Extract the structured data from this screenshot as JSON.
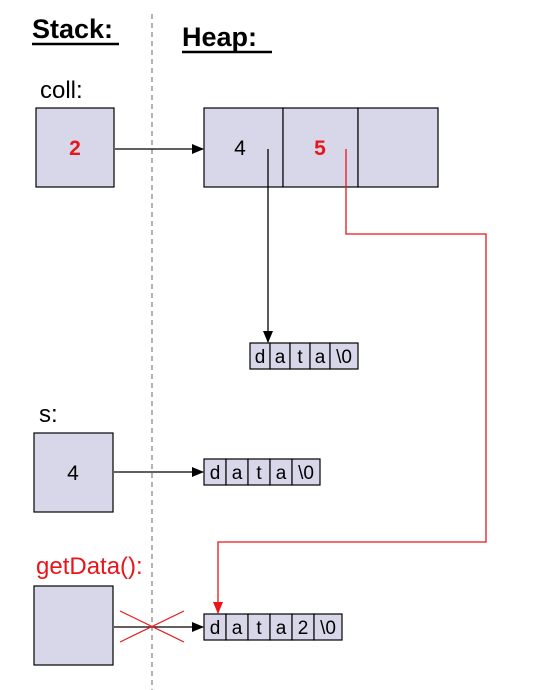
{
  "headers": {
    "stack": "Stack:",
    "heap": "Heap:"
  },
  "labels": {
    "coll": "coll:",
    "s": "s:",
    "getData": "getData():"
  },
  "stack_values": {
    "coll": "2",
    "s": "4",
    "getData": ""
  },
  "heap_block": {
    "cells": [
      "4",
      "5",
      ""
    ]
  },
  "strings": {
    "coll_string": [
      "d",
      "a",
      "t",
      "a",
      "\\0"
    ],
    "s_string": [
      "d",
      "a",
      "t",
      "a",
      "\\0"
    ],
    "getdata_string": [
      "d",
      "a",
      "t",
      "a",
      "2",
      "\\0"
    ]
  },
  "colors": {
    "box_fill": "#d7d7e9",
    "highlight_red": "#e8161b",
    "line": "#000000"
  }
}
